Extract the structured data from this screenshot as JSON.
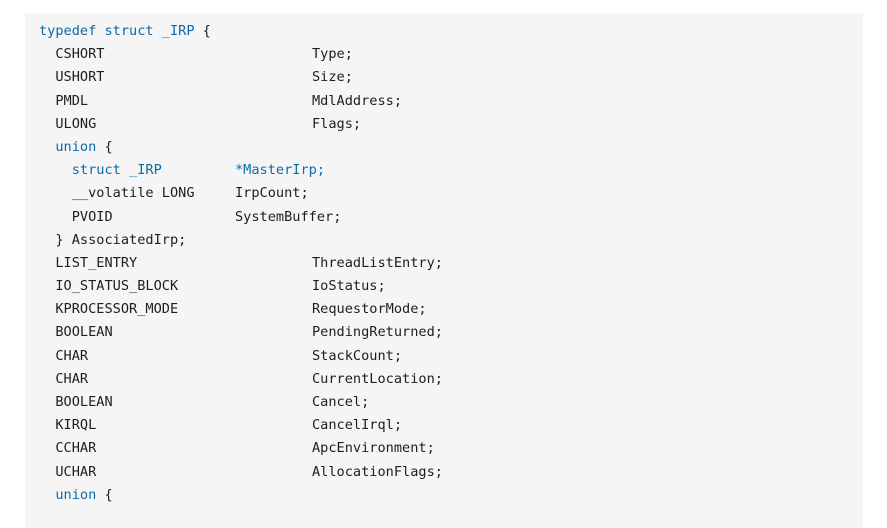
{
  "code": {
    "lines": [
      {
        "parts": [
          {
            "t": "typedef struct _IRP",
            "kw": true
          },
          {
            "t": " {",
            "kw": false
          }
        ]
      },
      {
        "parts": [
          {
            "t": "  CSHORT",
            "kw": false
          }
        ],
        "member": "Type;"
      },
      {
        "parts": [
          {
            "t": "  USHORT",
            "kw": false
          }
        ],
        "member": "Size;"
      },
      {
        "parts": [
          {
            "t": "  PMDL",
            "kw": false
          }
        ],
        "member": "MdlAddress;"
      },
      {
        "parts": [
          {
            "t": "  ULONG",
            "kw": false
          }
        ],
        "member": "Flags;"
      },
      {
        "parts": [
          {
            "t": "  union",
            "kw": true
          },
          {
            "t": " {",
            "kw": false
          }
        ]
      },
      {
        "parts": [
          {
            "t": "    struct _IRP",
            "kw": true
          }
        ],
        "member": "*MasterIrp;",
        "member_kw": true,
        "inner": true
      },
      {
        "parts": [
          {
            "t": "    __volatile LONG",
            "kw": false
          }
        ],
        "member": "IrpCount;",
        "inner": true
      },
      {
        "parts": [
          {
            "t": "    PVOID",
            "kw": false
          }
        ],
        "member": "SystemBuffer;",
        "inner": true
      },
      {
        "parts": [
          {
            "t": "  } AssociatedIrp;",
            "kw": false
          }
        ]
      },
      {
        "parts": [
          {
            "t": "  LIST_ENTRY",
            "kw": false
          }
        ],
        "member": "ThreadListEntry;"
      },
      {
        "parts": [
          {
            "t": "  IO_STATUS_BLOCK",
            "kw": false
          }
        ],
        "member": "IoStatus;"
      },
      {
        "parts": [
          {
            "t": "  KPROCESSOR_MODE",
            "kw": false
          }
        ],
        "member": "RequestorMode;"
      },
      {
        "parts": [
          {
            "t": "  BOOLEAN",
            "kw": false
          }
        ],
        "member": "PendingReturned;"
      },
      {
        "parts": [
          {
            "t": "  CHAR",
            "kw": false
          }
        ],
        "member": "StackCount;"
      },
      {
        "parts": [
          {
            "t": "  CHAR",
            "kw": false
          }
        ],
        "member": "CurrentLocation;"
      },
      {
        "parts": [
          {
            "t": "  BOOLEAN",
            "kw": false
          }
        ],
        "member": "Cancel;"
      },
      {
        "parts": [
          {
            "t": "  KIRQL",
            "kw": false
          }
        ],
        "member": "CancelIrql;"
      },
      {
        "parts": [
          {
            "t": "  CCHAR",
            "kw": false
          }
        ],
        "member": "ApcEnvironment;"
      },
      {
        "parts": [
          {
            "t": "  UCHAR",
            "kw": false
          }
        ],
        "member": "AllocationFlags;"
      },
      {
        "parts": [
          {
            "t": "  union",
            "kw": true
          },
          {
            "t": " {",
            "kw": false
          }
        ]
      }
    ]
  },
  "colors": {
    "keyword": "#0b6ba8",
    "text": "#1e1e1e",
    "background": "#f5f5f5"
  }
}
